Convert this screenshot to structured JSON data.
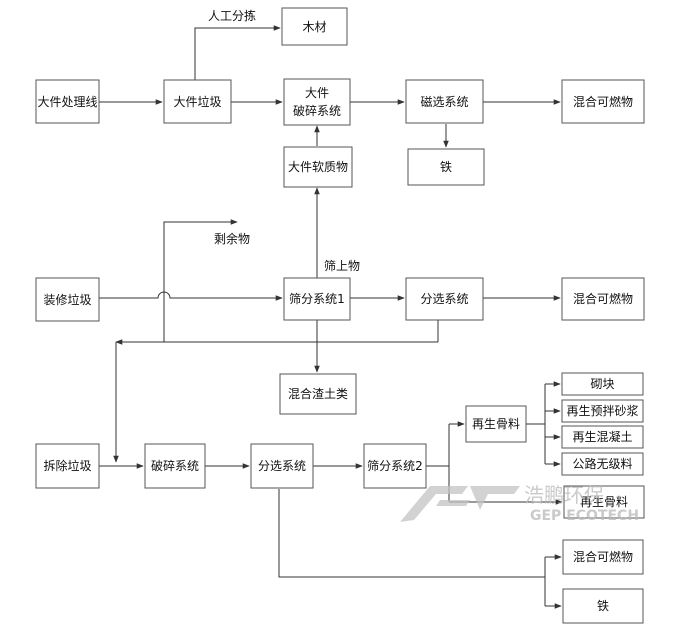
{
  "nodes": {
    "bulky_line": "大件处理线",
    "bulky_waste": "大件垃圾",
    "wood": "木材",
    "bulky_crush": [
      "大件",
      "破碎系统"
    ],
    "magnetic": "磁选系统",
    "mixed_fuel_1": "混合可燃物",
    "iron_1": "铁",
    "bulky_soft": "大件软质物",
    "reno_waste": "装修垃圾",
    "screen_1": "筛分系统1",
    "sort_1": "分选系统",
    "mixed_fuel_2": "混合可燃物",
    "mixed_soil": "混合渣土类",
    "demo_waste": "拆除垃圾",
    "crush": "破碎系统",
    "sort_2": "分选系统",
    "screen_2": "筛分系统2",
    "recycled_agg": "再生骨料",
    "block": "砌块",
    "premix_mortar": "再生预拌砂浆",
    "recycled_concrete": "再生混凝土",
    "road_base": "公路无级料",
    "recycled_agg_2": "再生骨料",
    "mixed_fuel_3": "混合可燃物",
    "iron_2": "铁"
  },
  "edge_labels": {
    "manual_sort": "人工分拣",
    "residue": "剩余物",
    "oversize": "筛上物"
  },
  "watermark": {
    "cn": "浩鹏环保",
    "en": "GEP ECOTECH"
  }
}
